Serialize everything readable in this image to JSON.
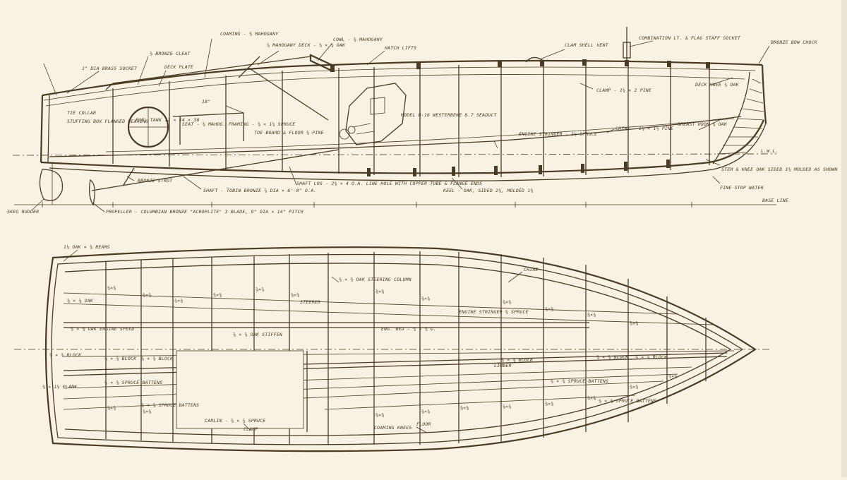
{
  "profile": {
    "labels": {
      "coaming": "COAMING - ⅝ MAHOGANY",
      "deck_plate": "⅞ MAHOGANY DECK - ⅝ × ⅝ OAK",
      "cowl": "COWL - ⅝ MAHOGANY",
      "hatch_lifts": "HATCH LIFTS",
      "clam_shell_vent": "CLAM SHELL VENT",
      "combination_light": "COMBINATION LT. & FLAG STAFF SOCKET",
      "bronze_bow_chock": "BRONZE BOW CHOCK",
      "bronze_cleat": "⅝ BRONZE CLEAT",
      "flag_socket": "1\" DIA BRASS SOCKET",
      "deck_plate2": "DECK PLATE",
      "clamp": "CLAMP - 1¼ × 2 PINE",
      "deck_knee": "DECK KNEE ⅝ OAK",
      "fuel_tank": "FUEL TANK 12 × 14 × 30",
      "seat": "SEAT - ⅝ MAHOG. FRAMING - ⅝ × 1¼ SPRUCE",
      "toe_board": "TOE BOARD & FLOOR ⅝ PINE",
      "engine_model": "MODEL B-16 WESTERBEKE 8.7 SEADUCT",
      "engine_stringer": "ENGINE STRINGER - 1½ SPRUCE",
      "chine": "CHINE - 1¼ × 1½ PINE",
      "breast_hook": "BREAST HOOK ⅝ OAK",
      "stem": "STEM & KNEE OAK SIDED 1⅝ MOLDED AS SHOWN",
      "fine_stop_water": "FINE STOP WATER",
      "keel": "KEEL - OAK, SIDED 2⅝, MOLDED 1⅝",
      "shaft_log": "SHAFT LOG - 2⅝ × 4 O.A. LINE HOLE WITH COPPER TUBE & FLANGE ENDS",
      "shaft": "SHAFT - TOBIN BRONZE ⅞ DIA × 6'-0\" O.A.",
      "strut": "BRONZE STRUT",
      "propeller": "PROPELLER - COLUMBIAN BRONZE \"ACROPLITE\" 3 BLADE, 9\" DIA × 14\" PITCH",
      "rudder": "SKEG RUDDER",
      "tie_collar": "TIE COLLAR",
      "stuffing_box": "STUFFING BOX FLANGED BEARING",
      "lwl": "L.W.L.",
      "base_line": "BASE LINE",
      "dimension": "18\""
    }
  },
  "plan": {
    "labels": {
      "deck_beams": "1¼ OAK × ⅝ BEAMS",
      "sheer_beam": "⅝ × ⅝ OAK",
      "steering": "⅝ × ⅝ OAK STEERING COLUMN",
      "chine": "CHINE",
      "steerer": "STEERER",
      "engine_stringer": "ENGINE STRINGER ⅝ SPRUCE",
      "engine_bed": "ENG. BED - ⅝ × ⅝ O.",
      "stiffener": "⅝ × ⅝ OAK ENGINE SPEED",
      "oak_stiffen": "⅝ × ⅝ OAK STIFFEN",
      "limber": "LIMBER",
      "block1": "⅝ × ⅝ BLOCK",
      "block2": "⅝ × ⅝ BLOCK",
      "block3": "⅝ × ⅝ BLOCK",
      "block4": "⅝ × ⅝ BLOCK",
      "block5": "⅝ × ⅝ BLOCK",
      "block6": "⅝ × ⅝ BLOCK",
      "spruce_battens1": "⅝ × ⅝ SPRUCE BATTENS",
      "spruce_battens2": "⅝ × ⅝ SPRUCE BATTENS",
      "spruce_battens3": "⅝ × ⅝ SPRUCE BATTENS",
      "spruce_battens4": "⅝ × ⅝ SPRUCE BATTENS",
      "clamp": "CLAMP",
      "carlin": "CARLIN - ⅝ × ⅝ SPRUCE",
      "coaming_knees": "COAMING KNEES",
      "floor": "FLOOR",
      "plank": "⅝ × 1¼ PLANK"
    },
    "frame_tag": "⅝×⅝"
  }
}
